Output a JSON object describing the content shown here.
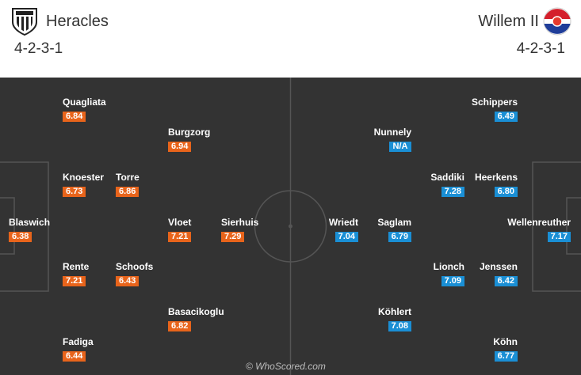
{
  "home": {
    "name": "Heracles",
    "formation": "4-2-3-1",
    "badge_icon": "heracles-crest-icon",
    "color": "#e8641b",
    "players": [
      {
        "name": "Quagliata",
        "rating": "6.84"
      },
      {
        "name": "Burgzorg",
        "rating": "6.94"
      },
      {
        "name": "Knoester",
        "rating": "6.73"
      },
      {
        "name": "Torre",
        "rating": "6.86"
      },
      {
        "name": "Blaswich",
        "rating": "6.38"
      },
      {
        "name": "Vloet",
        "rating": "7.21"
      },
      {
        "name": "Sierhuis",
        "rating": "7.29"
      },
      {
        "name": "Rente",
        "rating": "7.21"
      },
      {
        "name": "Schoofs",
        "rating": "6.43"
      },
      {
        "name": "Basacikoglu",
        "rating": "6.82"
      },
      {
        "name": "Fadiga",
        "rating": "6.44"
      }
    ]
  },
  "away": {
    "name": "Willem II",
    "formation": "4-2-3-1",
    "badge_icon": "willem-ii-crest-icon",
    "color": "#1a8fd5",
    "players": [
      {
        "name": "Schippers",
        "rating": "6.49"
      },
      {
        "name": "Nunnely",
        "rating": "N/A"
      },
      {
        "name": "Saddiki",
        "rating": "7.28"
      },
      {
        "name": "Heerkens",
        "rating": "6.80"
      },
      {
        "name": "Wriedt",
        "rating": "7.04"
      },
      {
        "name": "Saglam",
        "rating": "6.79"
      },
      {
        "name": "Wellenreuther",
        "rating": "7.17"
      },
      {
        "name": "Lionch",
        "rating": "7.09"
      },
      {
        "name": "Jenssen",
        "rating": "6.42"
      },
      {
        "name": "Köhlert",
        "rating": "7.08"
      },
      {
        "name": "Köhn",
        "rating": "6.77"
      }
    ]
  },
  "watermark": "© WhoScored.com"
}
